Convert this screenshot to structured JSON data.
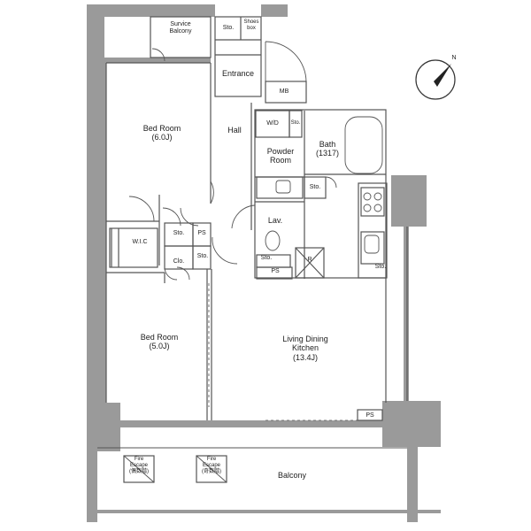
{
  "rooms": {
    "bedroom_1": {
      "name": "Bed Room",
      "size": "(6.0J)"
    },
    "bedroom_2": {
      "name": "Bed Room",
      "size": "(5.0J)"
    },
    "ldk": {
      "name_line1": "Living Dining",
      "name_line2": "Kitchen",
      "size": "(13.4J)"
    },
    "bath": {
      "name": "Bath",
      "size": "(1317)"
    },
    "powder_room": {
      "line1": "Powder",
      "line2": "Room"
    },
    "hall": "Hall",
    "entrance": "Entrance",
    "service_balcony": {
      "line1": "Survice",
      "line2": "Balcony"
    },
    "balcony": "Balcony",
    "lav": "Lav.",
    "wic": "W.I.C"
  },
  "small_labels": {
    "sto": "Sto.",
    "shoes_box_line1": "Shoes",
    "shoes_box_line2": "box",
    "mb": "MB",
    "wd": "W/D",
    "ps": "PS",
    "clo": "Clo.",
    "r": "R"
  },
  "fire_escape": {
    "left": {
      "line1": "Fire",
      "line2": "Escape",
      "line3": "(偶数階)"
    },
    "right": {
      "line1": "Fire",
      "line2": "Escape",
      "line3": "(奇数階)"
    }
  },
  "compass": {
    "label": "N"
  },
  "colors": {
    "wall": "#9a9a9a",
    "wall_dark": "#8c8c8c",
    "line": "#555555",
    "background": "#ffffff"
  }
}
